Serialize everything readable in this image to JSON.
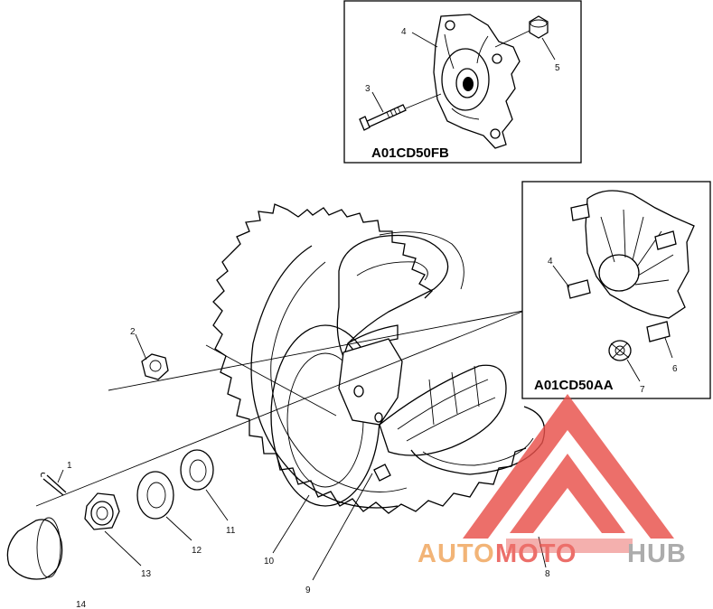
{
  "diagram": {
    "inset_top": {
      "code": "A01CD50FB",
      "callouts": [
        "4",
        "5",
        "3"
      ]
    },
    "inset_right": {
      "code": "A01CD50AA",
      "callouts": [
        "4",
        "6",
        "7"
      ]
    },
    "callouts": [
      "1",
      "2",
      "13",
      "12",
      "11",
      "10",
      "9",
      "8",
      "14"
    ]
  },
  "watermark": {
    "part1": "AUTO",
    "part2": "MOTO",
    "part3": "HUB",
    "colors": {
      "red": "#e8504a",
      "orange": "#f0a45a",
      "grey": "#9a9a9a"
    }
  }
}
